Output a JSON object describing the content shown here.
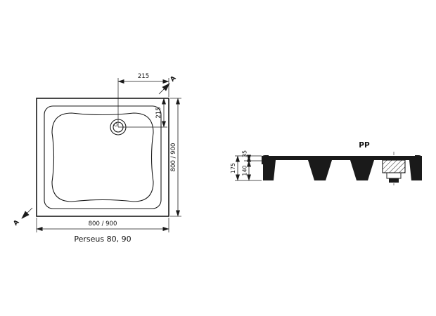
{
  "drawing": {
    "title": "Perseus 80, 90",
    "section_marker": "A",
    "plan": {
      "top_offset": "215",
      "side_offset": "215",
      "width": "800 / 900",
      "height": "800 / 900"
    },
    "section": {
      "label": "PP",
      "rim_height": "35",
      "body_height": "140",
      "total_height": "175"
    },
    "colors": {
      "line": "#1a1a1a",
      "background": "#ffffff"
    }
  }
}
